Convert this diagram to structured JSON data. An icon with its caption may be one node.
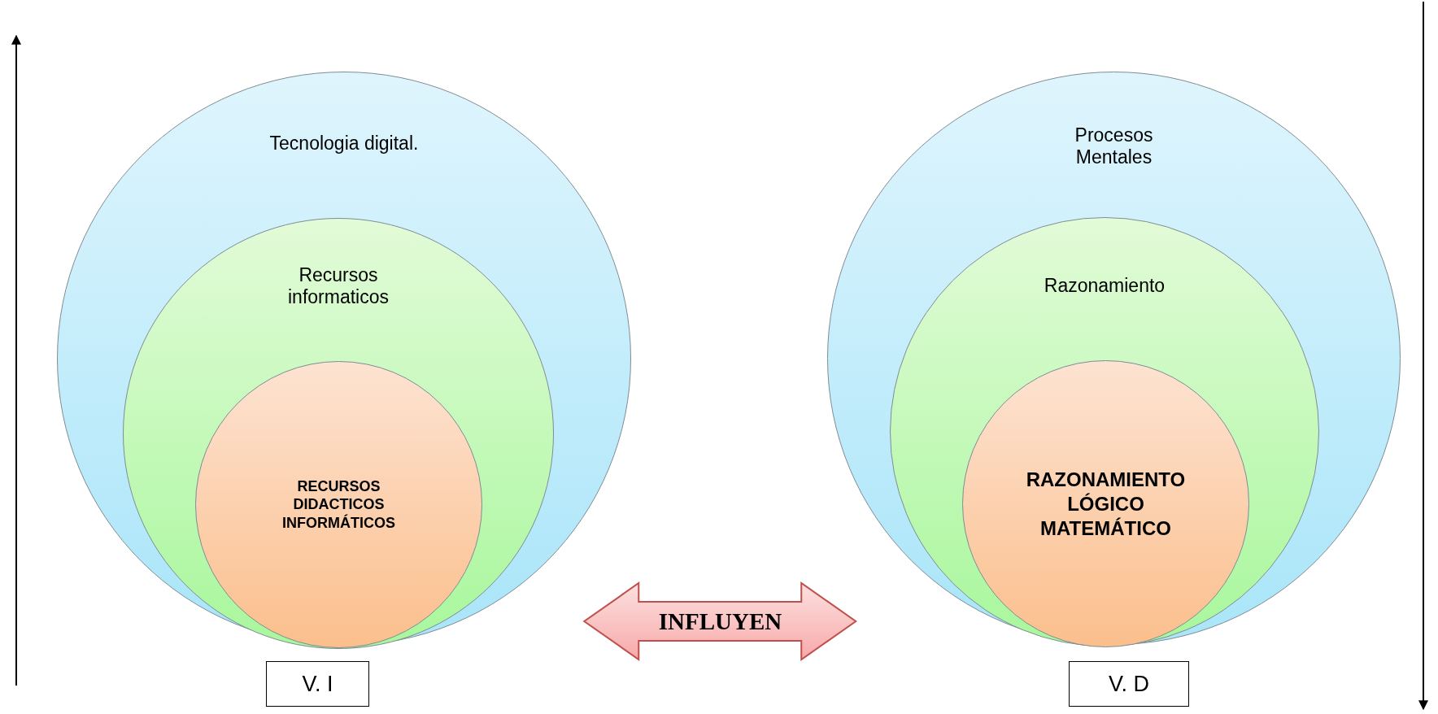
{
  "diagram": {
    "nodes": [
      {
        "text": [
          "Tecnologia digital."
        ]
      },
      {
        "text": [
          "Recursos informaticos"
        ],
        "in": 0
      },
      {
        "text": [
          "RECURSOS DIDACTICOS INFORMÁTICOS"
        ],
        "in": 1
      },
      {
        "text": [
          "Procesos Mentales"
        ]
      },
      {
        "text": [
          "Razonamiento"
        ],
        "in": 3
      },
      {
        "text": [
          "RAZONAMIENTO LÓGICO MATEMÁTICO"
        ],
        "in": 4
      },
      {
        "text": [
          "V. I"
        ]
      },
      {
        "text": [
          "V. D"
        ]
      }
    ],
    "edges": [
      {
        "from": 0,
        "to": 3,
        "label": "INFLUYEN",
        "arrow": "both"
      }
    ]
  }
}
